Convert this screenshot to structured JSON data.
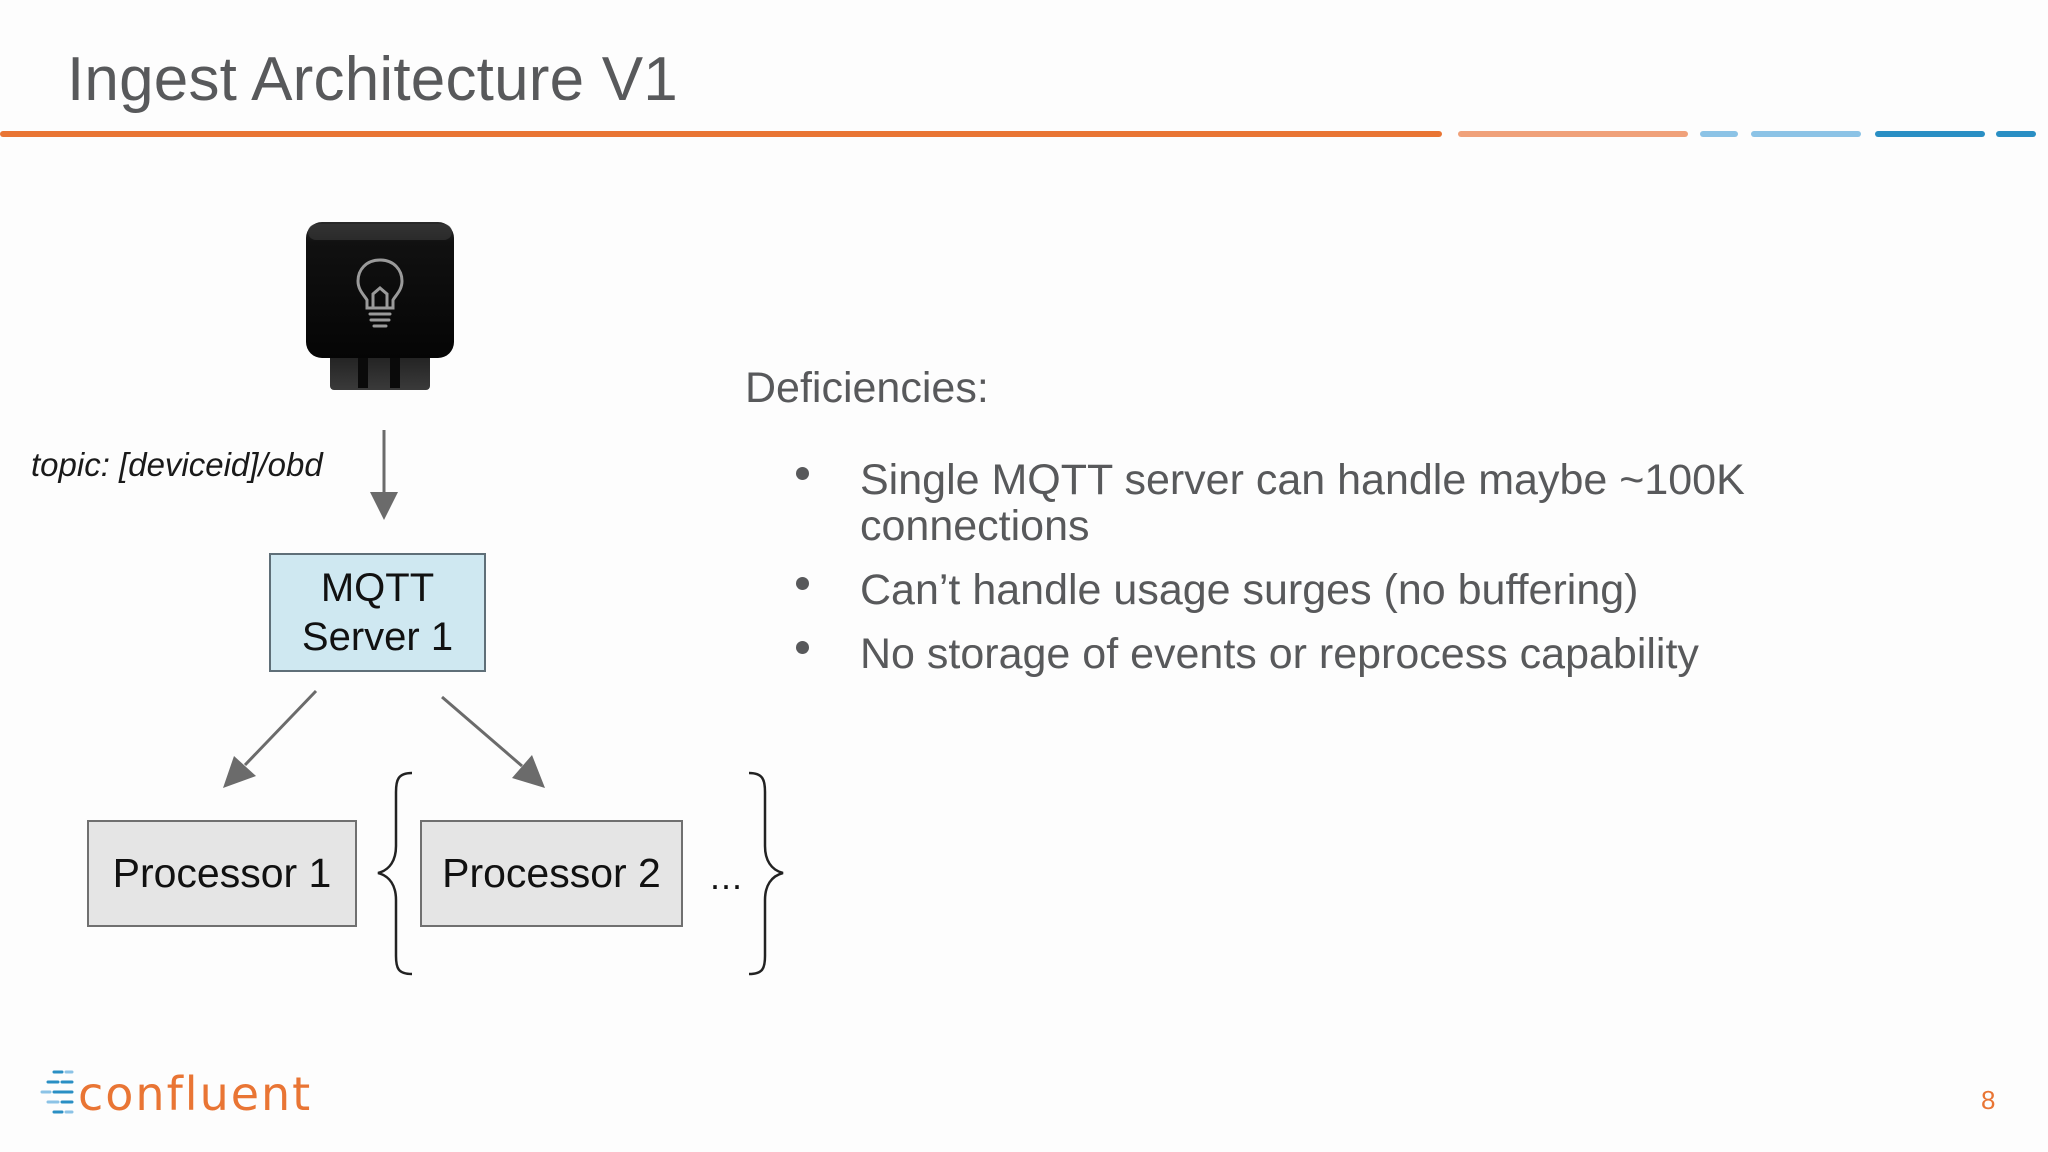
{
  "slide": {
    "title": "Ingest Architecture V1",
    "page_number": "8"
  },
  "theme": {
    "accent_orange": "#e97534",
    "accent_orange_light": "#f0a17a",
    "accent_blue_light": "#8cc3e6",
    "accent_blue": "#2a8fc4",
    "text_gray": "#58595b"
  },
  "diagram": {
    "device_icon": "obd-device-lightbulb-icon",
    "topic_label": "topic: [deviceid]/obd",
    "mqtt_server": {
      "line1": "MQTT",
      "line2": "Server 1"
    },
    "processors": [
      {
        "label": "Processor 1"
      },
      {
        "label": "Processor 2"
      }
    ],
    "more_indicator": "..."
  },
  "deficiencies": {
    "heading": "Deficiencies:",
    "items": [
      "Single MQTT server can handle maybe ~100K connections",
      "Can’t handle usage surges (no buffering)",
      "No storage of events or reprocess capability"
    ]
  },
  "footer": {
    "logo_text": "confluent",
    "logo_icon": "confluent-logo-icon"
  }
}
